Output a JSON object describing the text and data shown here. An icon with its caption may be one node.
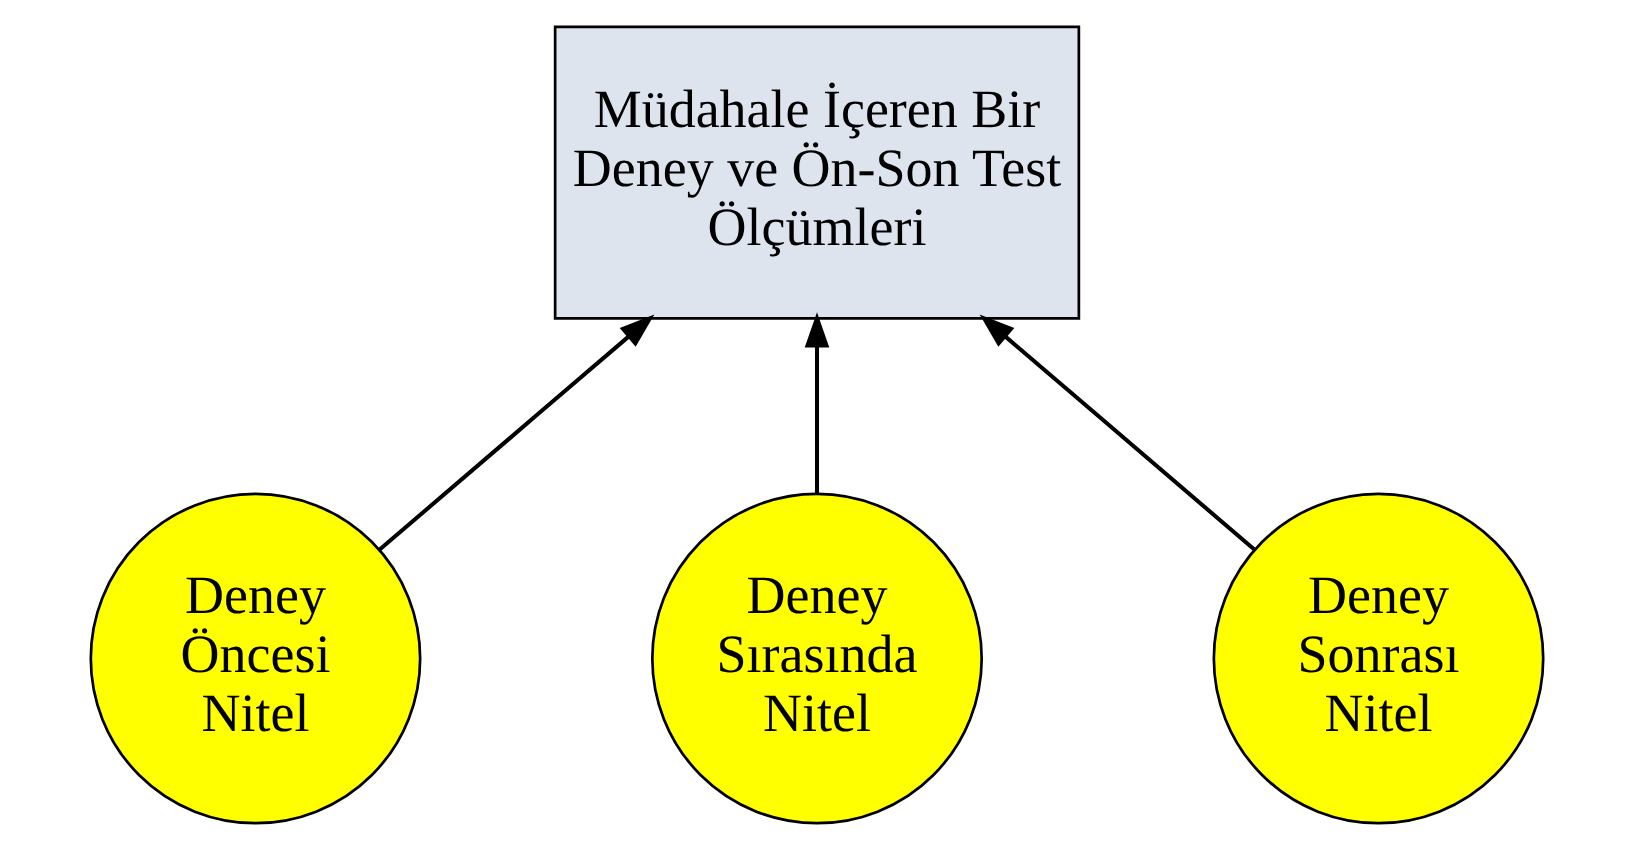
{
  "diagram": {
    "nodes": [
      {
        "text": [
          "Müdahale İçeren Bir Deney ve Ön-Son Test Ölçümleri"
        ]
      },
      {
        "text": [
          "Deney Öncesi Nitel"
        ]
      },
      {
        "text": [
          "Deney Sonrası Nitel"
        ]
      },
      {
        "text": [
          "Deney Sırasında Nitel"
        ]
      }
    ],
    "edges": [
      {
        "from": 1,
        "to": 0,
        "arrow": "to"
      },
      {
        "from": 2,
        "to": 0,
        "arrow": "to"
      },
      {
        "from": 3,
        "to": 0,
        "arrow": "to"
      }
    ]
  }
}
